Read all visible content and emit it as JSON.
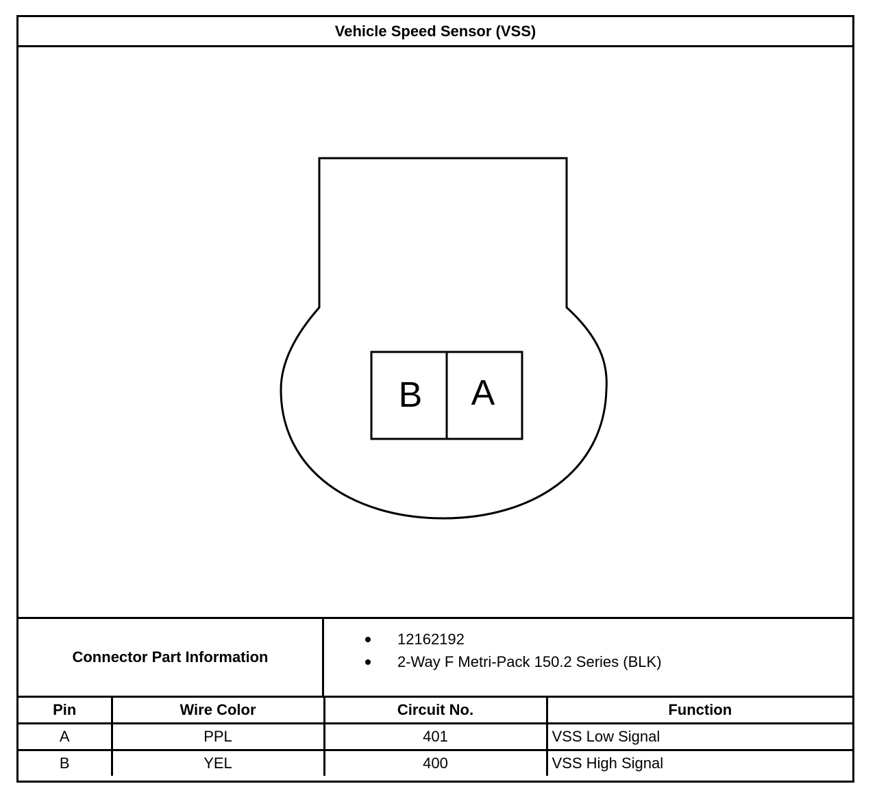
{
  "title": "Vehicle Speed Sensor (VSS)",
  "connector": {
    "pins": [
      "B",
      "A"
    ]
  },
  "part_info": {
    "label": "Connector Part Information",
    "items": [
      "12162192",
      "2-Way F Metri-Pack 150.2 Series (BLK)"
    ]
  },
  "pin_table": {
    "headers": [
      "Pin",
      "Wire Color",
      "Circuit No.",
      "Function"
    ],
    "rows": [
      {
        "pin": "A",
        "wire_color": "PPL",
        "circuit": "401",
        "function": "VSS Low Signal"
      },
      {
        "pin": "B",
        "wire_color": "YEL",
        "circuit": "400",
        "function": "VSS High Signal"
      }
    ]
  }
}
